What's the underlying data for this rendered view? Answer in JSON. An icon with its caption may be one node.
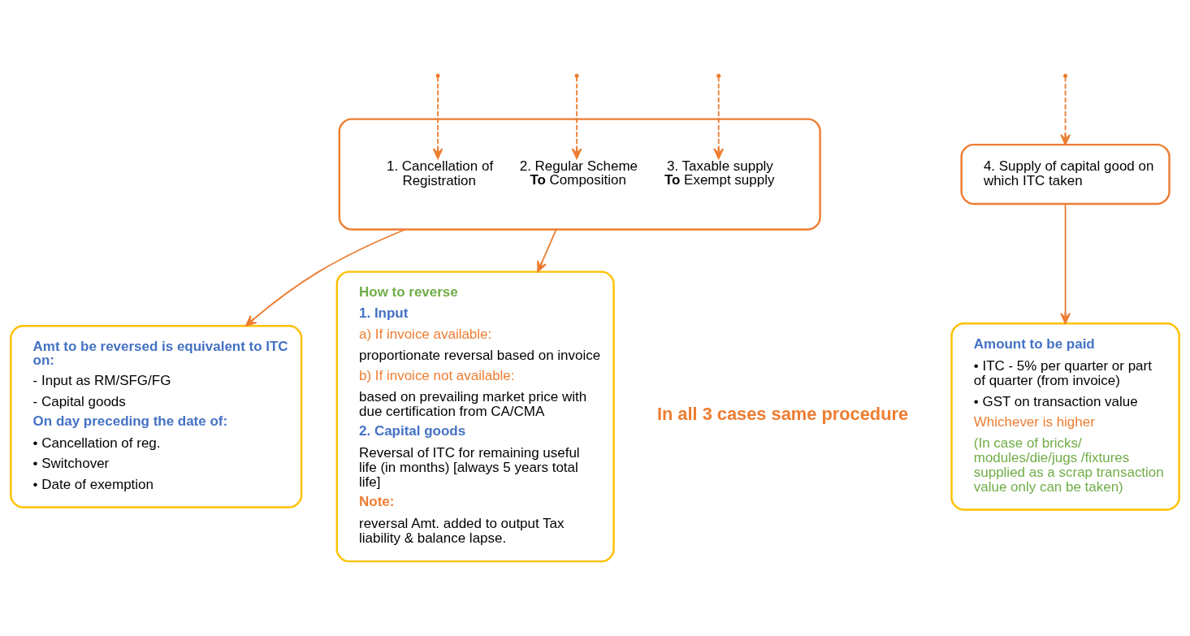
{
  "diagram": {
    "nodes": [
      {
        "text": [
          "1. Cancellation of Registration",
          "2. Regular Scheme **To** Composition",
          "3. Taxable supply **To** Exempt supply"
        ]
      },
      {
        "text": [
          "4. Supply of capital good on which ITC taken"
        ]
      },
      {
        "text": [
          "Amt to be reversed is equivalent to ITC on:",
          "- Input as RM/SFG/FG",
          "- Capital goods",
          "On day preceding the date of:",
          "• Cancellation of reg.",
          "• Switchover",
          "• Date of exemption"
        ]
      },
      {
        "text": [
          "How to reverse",
          "1. Input",
          "a) If invoice available:",
          "proportionate reversal based on invoice",
          "b) If invoice not available:",
          "based on prevailing market price with due certification from CA/CMA",
          "2. Capital goods",
          "Reversal of ITC for remaining useful life (in months) [always 5 years total life]",
          "Note:",
          "reversal Amt. added to output Tax liability & balance lapse."
        ]
      },
      {
        "text": [
          "Amount to be paid",
          "• ITC - 5% per quarter or part of quarter (from invoice)",
          "• GST on transaction value",
          "Whichever is higher",
          "(In case of bricks/ modules/die/jugs /fixtures supplied as a scrap transaction value only can be taken)"
        ]
      }
    ],
    "edges": [
      {
        "from": null,
        "to": 0,
        "arrow": "to",
        "style": "dashed"
      },
      {
        "from": null,
        "to": 0,
        "arrow": "to",
        "style": "dashed"
      },
      {
        "from": null,
        "to": 0,
        "arrow": "to",
        "style": "dashed"
      },
      {
        "from": null,
        "to": 1,
        "arrow": "to",
        "style": "dashed"
      },
      {
        "from": 0,
        "to": 2,
        "arrow": "to"
      },
      {
        "from": 0,
        "to": 3,
        "arrow": "to"
      },
      {
        "from": 1,
        "to": 4,
        "arrow": "to"
      }
    ],
    "labels": [
      "In all 3 cases same procedure"
    ]
  }
}
